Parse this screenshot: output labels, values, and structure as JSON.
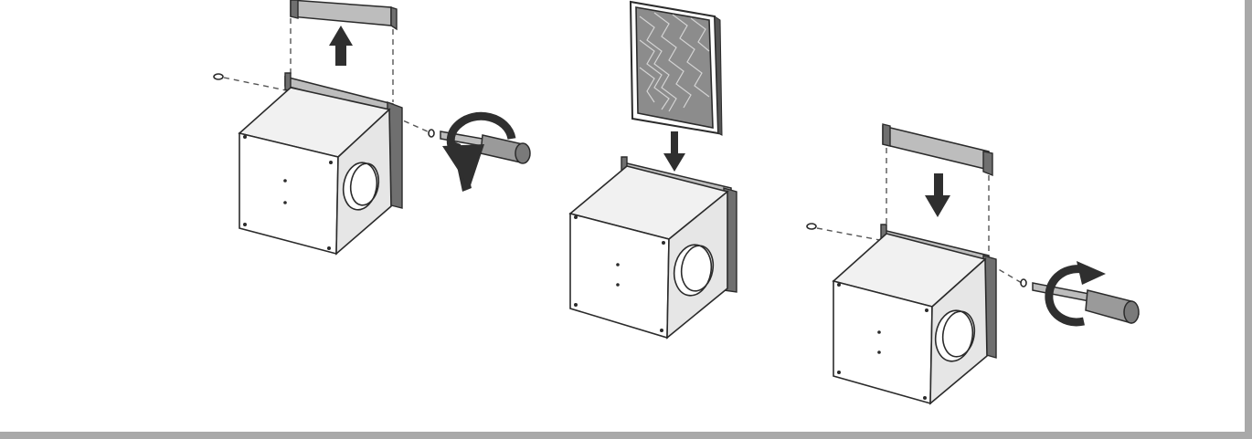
{
  "figure": {
    "steps": [
      {
        "id": 1,
        "arrow": "up-arrow",
        "tool": "screwdriver-unscrew"
      },
      {
        "id": 2,
        "arrow": "down-arrow",
        "tool": "filter-insert"
      },
      {
        "id": 3,
        "arrow": "down-arrow",
        "tool": "screwdriver-screw"
      }
    ],
    "colors": {
      "frame": "#a9a9a9",
      "ink": "#2b2b2b",
      "filter": "#8c8c8c"
    }
  }
}
